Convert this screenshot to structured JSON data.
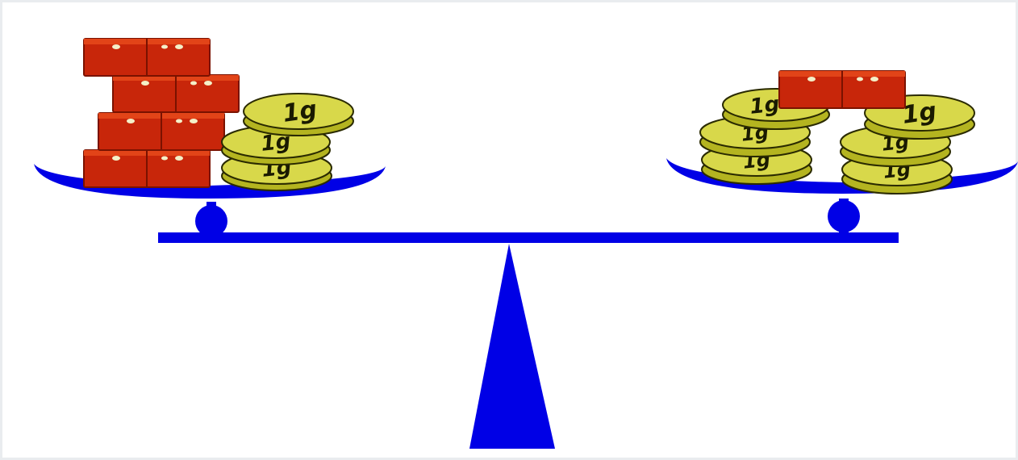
{
  "colors": {
    "background": "#ffffff",
    "frame": "#e9ecef",
    "balance": "#0000e6",
    "balance_dark": "#00008a",
    "brick": "#c8260a",
    "brick_dark": "#7a1200",
    "brick_highlight": "#e24418",
    "brick_dot": "#f4f0c8",
    "coin_face": "#d8d84a",
    "coin_edge": "#b4b420",
    "coin_outline": "#2a2a00"
  },
  "balance": {
    "state": "level"
  },
  "left_pan": {
    "bricks": {
      "count": 4
    },
    "coins": {
      "count": 3,
      "label": "1g"
    }
  },
  "right_pan": {
    "bricks": {
      "count": 1
    },
    "coins": {
      "count": 6,
      "label": "1g"
    }
  },
  "icons": {
    "brick": "brick-icon",
    "coin": "gram-weight-coin-icon",
    "fulcrum": "fulcrum-icon"
  }
}
